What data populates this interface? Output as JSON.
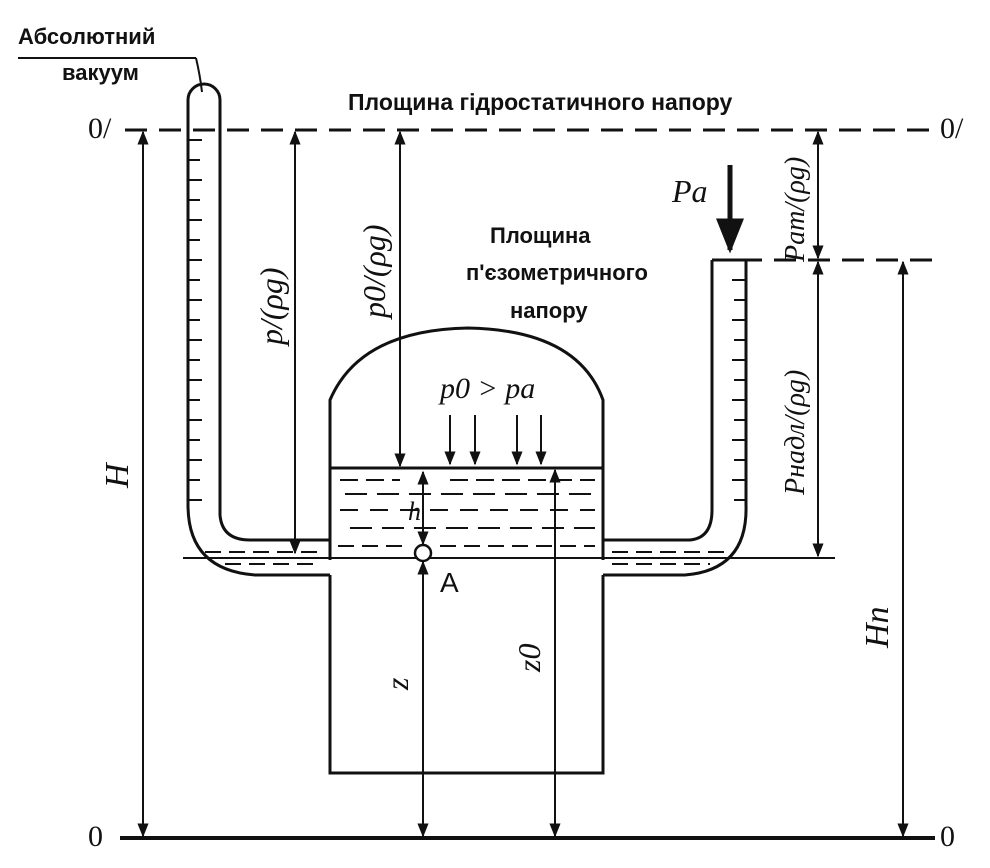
{
  "labels": {
    "absolute_vacuum_line1": "Абсолютний",
    "absolute_vacuum_line2": "вакуум",
    "hydrostatic_plane": "Площина гідростатичного напору",
    "piezometric_plane_line1": "Площина",
    "piezometric_plane_line2": "п'єзометричного",
    "piezometric_plane_line3": "напору",
    "level_top_left": "0/",
    "level_top_right": "0/",
    "level_bottom_left": "0",
    "level_bottom_right": "0",
    "point_a": "A",
    "pressure_condition": "p0 > pa"
  },
  "symbols": {
    "H": "H",
    "Hp": "Hп",
    "z": "z",
    "z0": "z0",
    "h": "h",
    "Pa": "Pa",
    "p_over_rhog": "p/(ρg)",
    "p0_over_rhog": "p0/(ρg)",
    "pat_over_rhog": "Pат/(ρg)",
    "pnadl_over_rhog": "Pнадл/(ρg)"
  },
  "colors": {
    "ink": "#111111",
    "background": "#ffffff"
  }
}
